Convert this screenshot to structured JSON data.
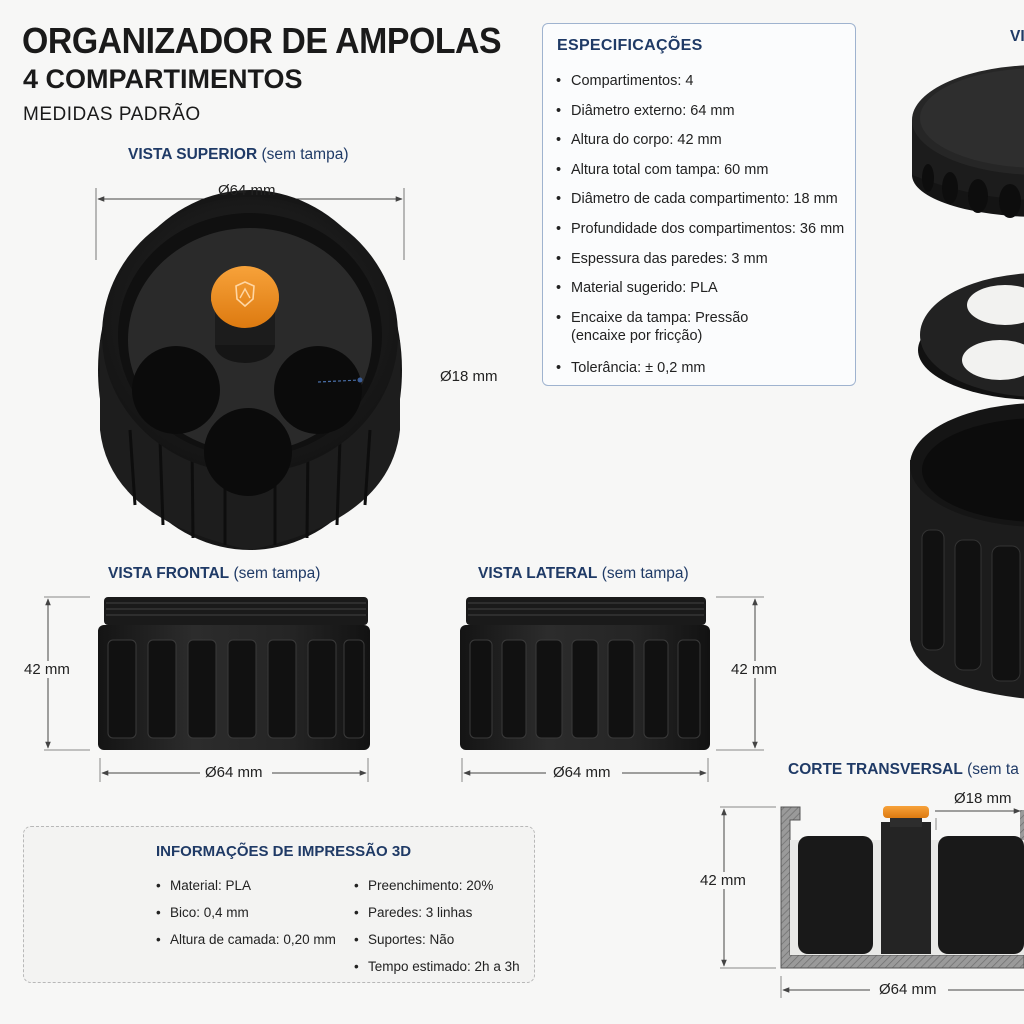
{
  "header": {
    "title": "ORGANIZADOR DE AMPOLAS",
    "subtitle": "4 COMPARTIMENTOS",
    "tagline": "MEDIDAS PADRÃO"
  },
  "views": {
    "top": {
      "label": "VISTA SUPERIOR",
      "note": "(sem tampa)",
      "dim_diameter": "Ø64 mm",
      "dim_compartment": "Ø18 mm"
    },
    "front": {
      "label": "VISTA FRONTAL",
      "note": "(sem tampa)",
      "dim_height": "42 mm",
      "dim_width": "Ø64 mm"
    },
    "side": {
      "label": "VISTA LATERAL",
      "note": "(sem tampa)",
      "dim_height": "42 mm",
      "dim_width": "Ø64 mm"
    },
    "exploded": {
      "label": "VI"
    },
    "section": {
      "label": "CORTE TRANSVERSAL",
      "note": "(sem ta",
      "dim_compartment": "Ø18 mm",
      "dim_height": "42 mm",
      "dim_width": "Ø64 mm"
    }
  },
  "specs": {
    "title": "ESPECIFICAÇÕES",
    "items": [
      {
        "text": "Compartimentos:  4"
      },
      {
        "text": "Diâmetro externo:  64 mm"
      },
      {
        "text": "Altura do corpo:  42 mm"
      },
      {
        "text": "Altura total com tampa:  60 mm"
      },
      {
        "text": "Diâmetro de cada compartimento:  18 mm"
      },
      {
        "text": "Profundidade dos compartimentos:  36 mm"
      },
      {
        "text": "Espessura das paredes:  3 mm"
      },
      {
        "text": "Material sugerido: PLA"
      },
      {
        "text": "Encaixe da tampa:  Pressão",
        "text2": "(encaixe por fricção)"
      },
      {
        "text": "Tolerância:     ± 0,2 mm"
      }
    ]
  },
  "print_info": {
    "title": "INFORMAÇÕES DE IMPRESSÃO 3D",
    "left": [
      "Material:  PLA",
      "Bico:  0,4 mm",
      "Altura de camada:  0,20 mm"
    ],
    "right": [
      "Preenchimento:  20%",
      "Paredes:  3 linhas",
      "Suportes:  Não",
      "Tempo estimado:  2h a 3h"
    ]
  },
  "colors": {
    "accent": "#1f3a66",
    "body": "#1e1e1e",
    "cap_orange": "#f0921e",
    "panel_border": "#9fb3cf"
  }
}
